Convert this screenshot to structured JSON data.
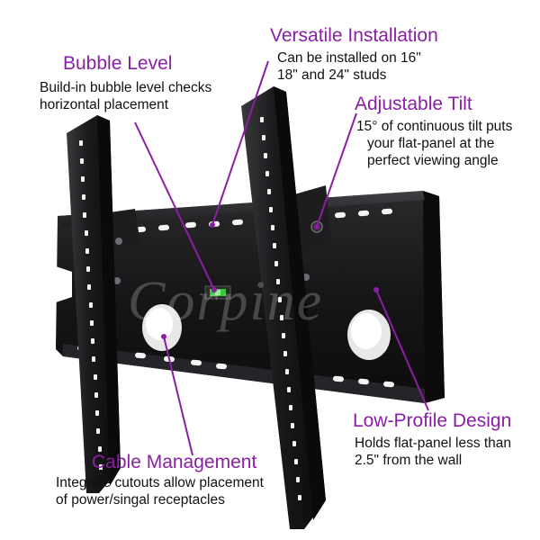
{
  "watermark": "Corpine",
  "colors": {
    "accent": "#8a1fa6",
    "metal": "#1c1c1e",
    "bubble": "#3cc43c"
  },
  "callouts": {
    "bubble_level": {
      "title": "Bubble Level",
      "lines": [
        "Build-in bubble level checks",
        "horizontal placement"
      ]
    },
    "versatile": {
      "title": "Versatile Installation",
      "lines": [
        "Can be installed on 16\"",
        "18\" and 24\" studs"
      ]
    },
    "tilt": {
      "title": "Adjustable Tilt",
      "lines": [
        "15° of continuous tilt puts",
        "your flat-panel at the",
        "perfect viewing angle"
      ]
    },
    "low_profile": {
      "title": "Low-Profile Design",
      "lines": [
        "Holds flat-panel less than",
        "2.5\" from the wall"
      ]
    },
    "cable": {
      "title": "Cable Management",
      "lines": [
        "Integrate cutouts allow placement",
        "of power/singal receptacles"
      ]
    }
  }
}
